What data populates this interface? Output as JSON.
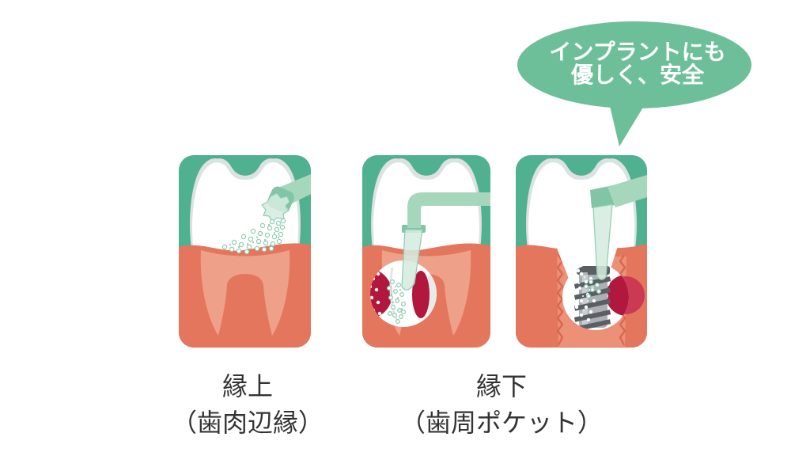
{
  "speech_bubble": {
    "text_line1": "インプラントにも",
    "text_line2": "優しく、安全"
  },
  "labels": {
    "supragingival": {
      "title": "縁上",
      "subtitle": "（歯肉辺縁）"
    },
    "subgingival": {
      "title": "縁下",
      "subtitle": "（歯周ポケット）"
    }
  },
  "panels": [
    {
      "id": "supragingival-spray",
      "name": "tooth-powder-spray-above-gumline"
    },
    {
      "id": "subgingival-pocket",
      "name": "nozzle-in-periodontal-pocket"
    },
    {
      "id": "implant-pocket",
      "name": "nozzle-cleaning-implant-screw"
    }
  ],
  "colors": {
    "panel_green": "#4fb190",
    "bubble_green": "#6dbf9a",
    "gum_salmon": "#e4765e",
    "gum_light": "#efa088",
    "gum_column": "#ed9078",
    "gum_shadow": "#d8684f",
    "tooth_shade": "#dce1e2",
    "tooth_white": "#ffffff",
    "nozzle_band": "#a6d7bd",
    "nozzle_dark": "#7fc5a6",
    "nozzle_pale": "#d6ecdf",
    "nozzle_stroke": "#8fccb0",
    "pocket_red": "#b2173e",
    "pocket_red_bright": "#cb3a52",
    "screw_dark": "#595f63",
    "screw_mid": "#aab0b3",
    "screw_light": "#dcdfe0",
    "text_color": "#333333",
    "background": "#ffffff"
  }
}
